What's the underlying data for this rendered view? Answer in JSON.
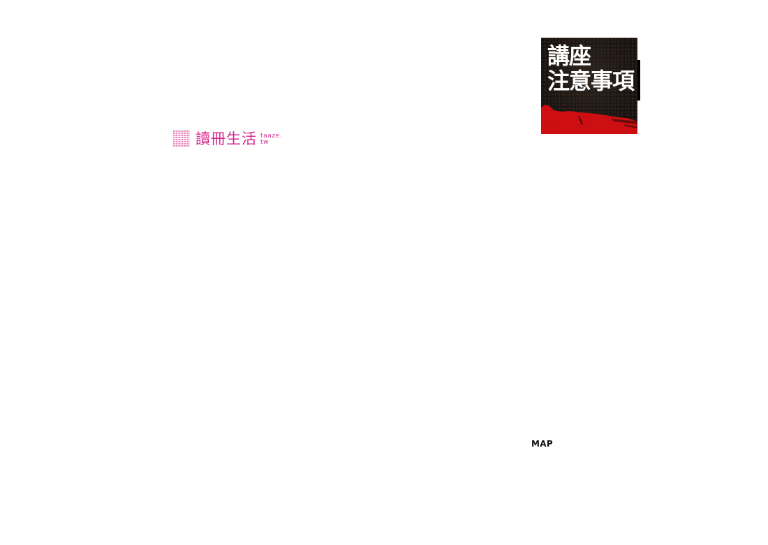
{
  "logo": {
    "name_cn": "讀冊生活",
    "name_en_line1": "taaze.",
    "name_en_line2": "tw",
    "brand_color": "#d6288e",
    "mark_icon": "woven-pattern-icon"
  },
  "poster": {
    "title_line1": "講座",
    "title_line2": "注意事項",
    "background_color": "#1a1512",
    "accent_color": "#d10f12"
  },
  "footer": {
    "map_label": "MAP"
  }
}
